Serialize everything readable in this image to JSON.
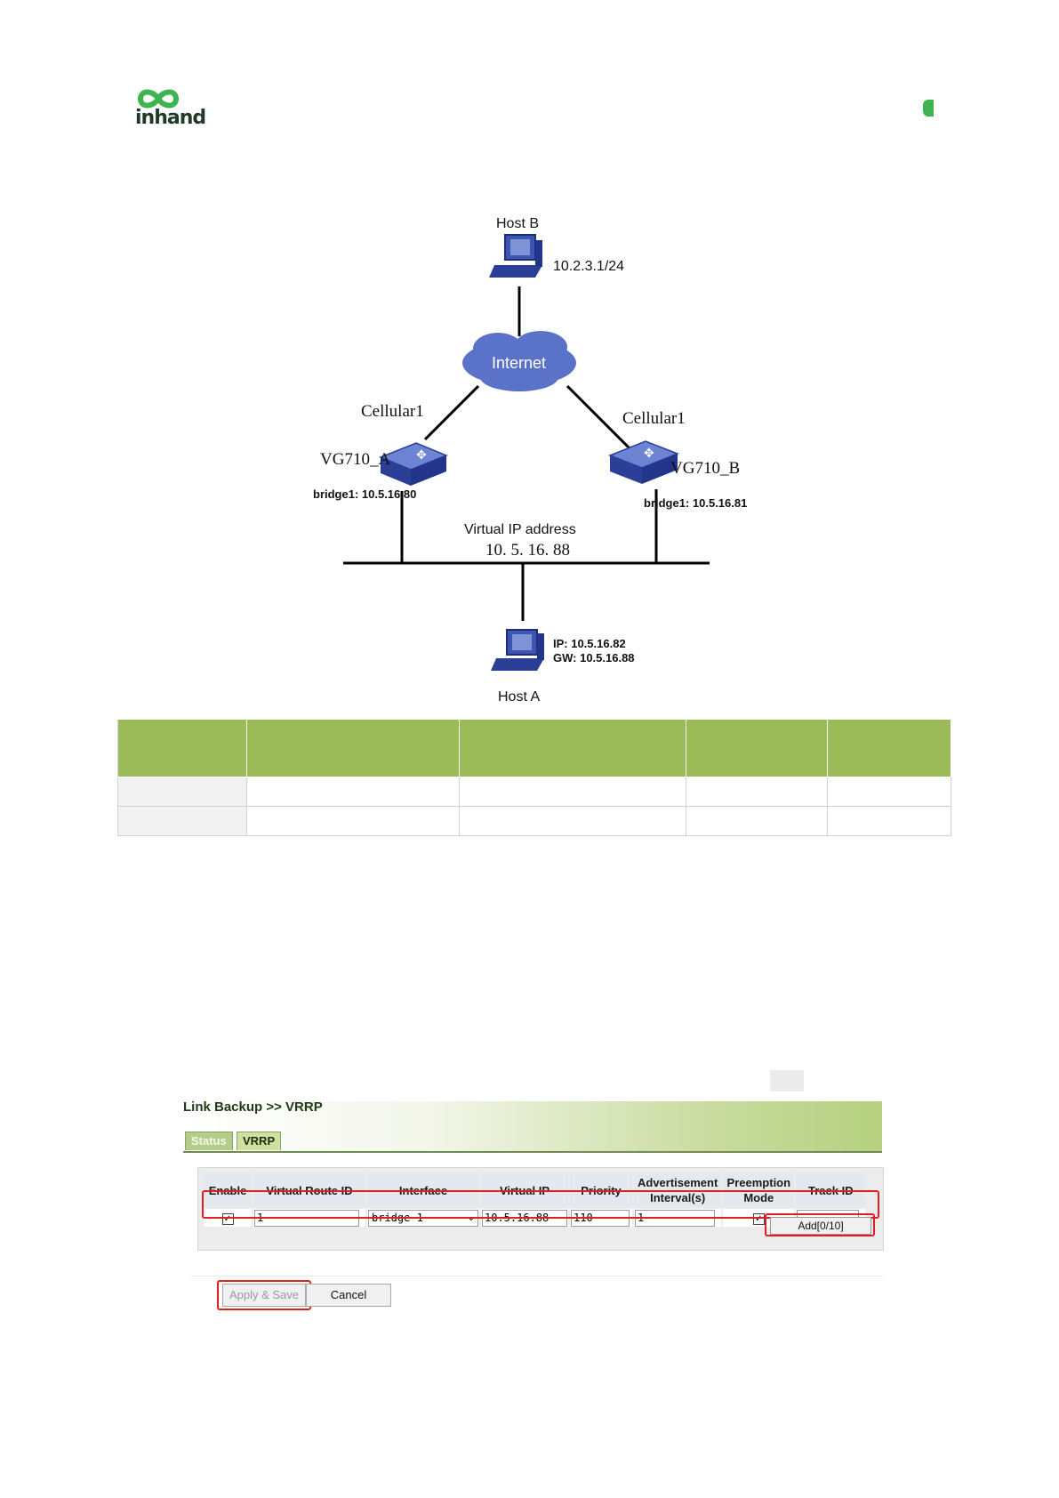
{
  "header": {
    "logo_text": "inhand"
  },
  "diagram": {
    "host_b": {
      "label": "Host B",
      "ip": "10.2.3.1/24"
    },
    "cloud": {
      "label": "Internet"
    },
    "router_a": {
      "cellular": "Cellular1",
      "name": "VG710_A",
      "bridge": "bridge1: 10.5.16.80"
    },
    "router_b": {
      "cellular": "Cellular1",
      "name": "VG710_B",
      "bridge": "bridge1: 10.5.16.81"
    },
    "virtual_ip": {
      "label": "Virtual IP address",
      "value": "10. 5. 16. 88"
    },
    "host_a": {
      "label": "Host A",
      "ip": "IP: 10.5.16.82",
      "gw": "GW: 10.5.16.88"
    }
  },
  "vrrp_ui": {
    "title": "Link Backup >> VRRP",
    "tabs": [
      "Status",
      "VRRP"
    ],
    "columns": [
      "Enable",
      "Virtual Route ID",
      "Interface",
      "Virtual IP",
      "Priority",
      "Advertisement Interval(s)",
      "Preemption Mode",
      "Track ID"
    ],
    "row": {
      "enable": "✓",
      "virtual_route_id": "1",
      "interface": "bridge 1",
      "virtual_ip": "10.5.16.88",
      "priority": "110",
      "advertisement_interval": "1",
      "preemption": "✓",
      "track_id": ""
    },
    "add_button": "Add[0/10]",
    "apply_button": "Apply & Save",
    "cancel_button": "Cancel"
  },
  "colors": {
    "table_header": "#9bbb59",
    "highlight": "#e02020",
    "tab_mark": "#3fb34f"
  }
}
